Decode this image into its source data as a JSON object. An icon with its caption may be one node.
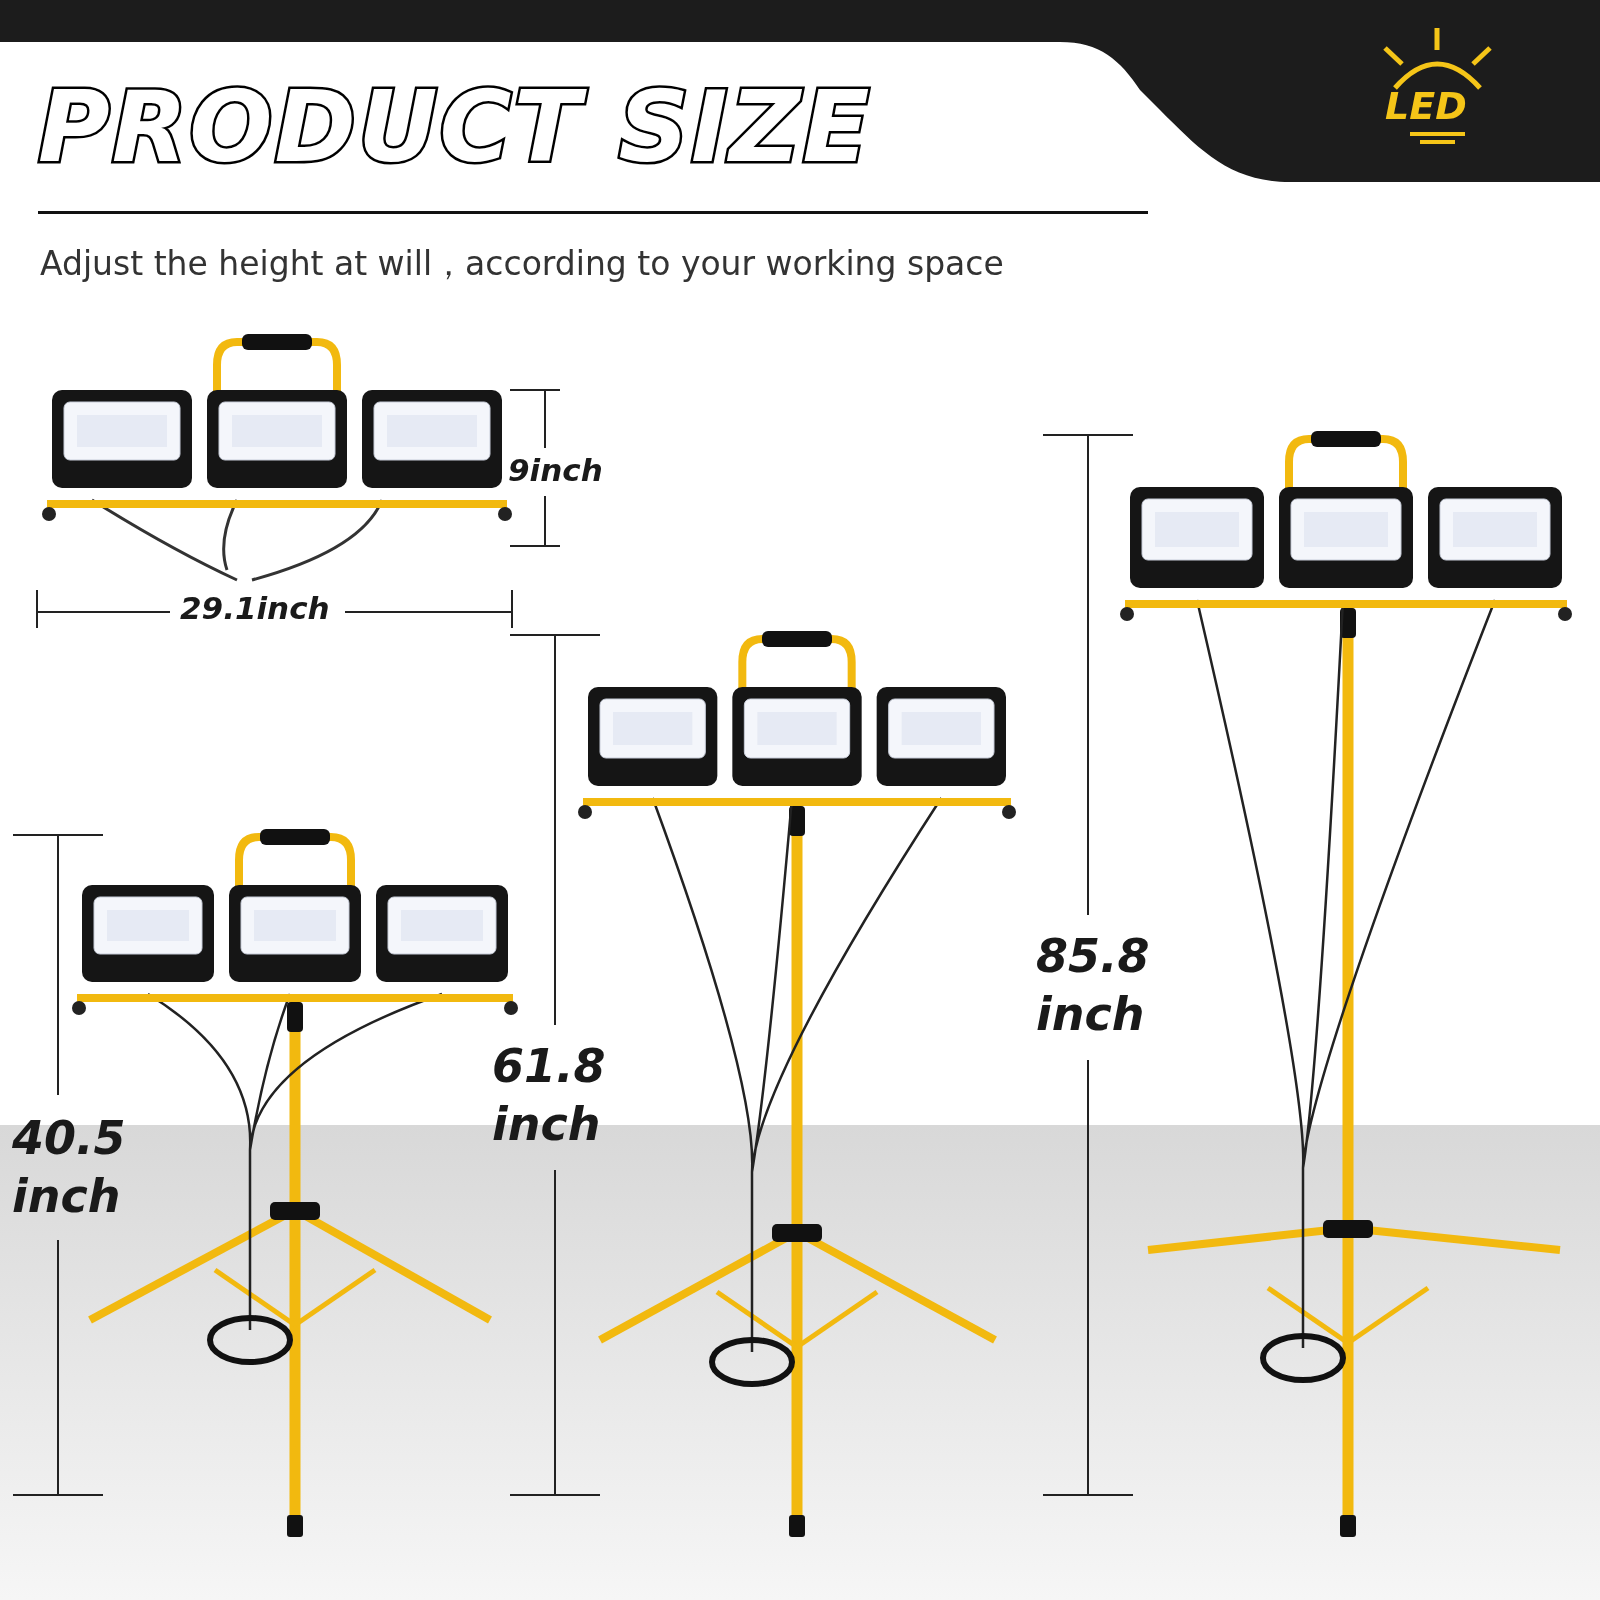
{
  "diagram": {
    "title": "PRODUCT SIZE",
    "caption": "Adjust the height at will，according to your working space",
    "labels": [
      "LED",
      "9inch",
      "29.1inch",
      "85.8 inch",
      "61.8 inch",
      "40.5 inch"
    ]
  }
}
